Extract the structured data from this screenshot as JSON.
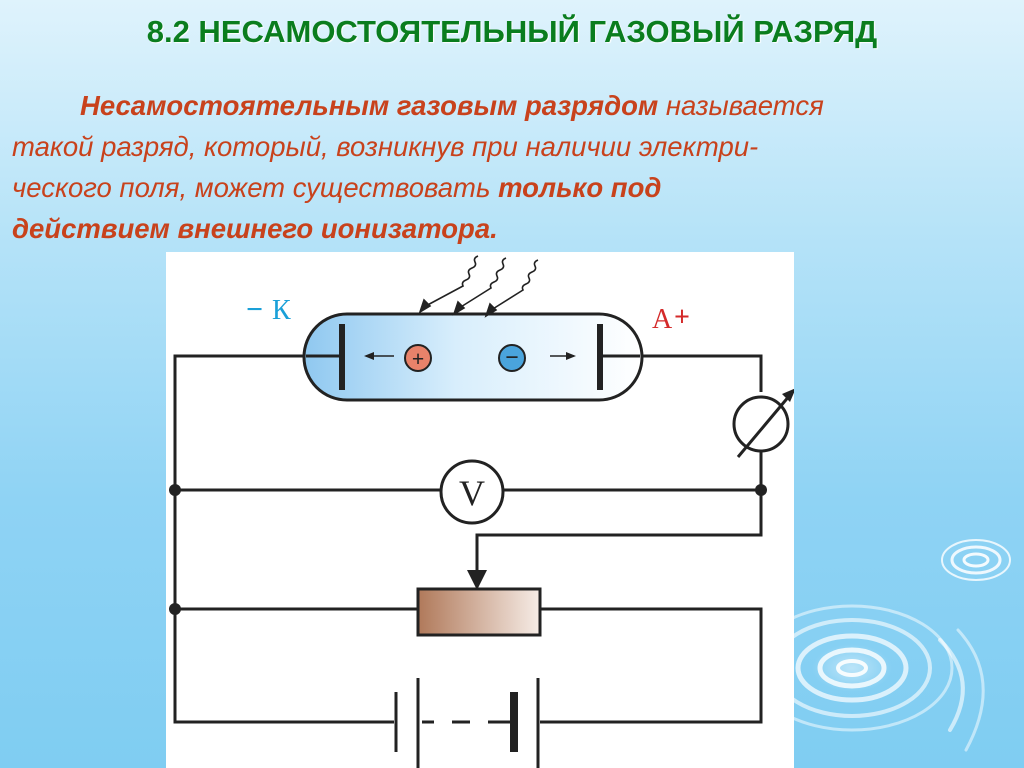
{
  "slide": {
    "title": "8.2  НЕСАМОСТОЯТЕЛЬНЫЙ ГАЗОВЫЙ РАЗРЯД",
    "paragraph": {
      "line1_bold": "Несамостоятельным газовым разрядом",
      "line1_rest": " называется",
      "line2": "такой разряд, который, возникнув при наличии электри-",
      "line3_normal": "ческого поля, может существовать ",
      "line3_bold": "только под",
      "line4_bold": "действием внешнего ионизатора."
    },
    "colors": {
      "title": "#0a7d1e",
      "text": "#c8421c",
      "cathode_label": "#1aa0d8",
      "anode_label": "#d42a2a"
    }
  },
  "diagram": {
    "cathode_sign": "−",
    "cathode_letter": "К",
    "anode_letter": "А",
    "anode_sign": "+",
    "voltmeter_letter": "V",
    "positive_ion_sign": "+",
    "negative_ion_sign": "−",
    "icons": {
      "positive_ion": "positive-ion-icon",
      "negative_ion": "negative-ion-icon",
      "ammeter": "ammeter-icon",
      "voltmeter": "voltmeter-icon",
      "rheostat": "rheostat-icon",
      "battery": "battery-icon",
      "ionizer_rays": "ionizer-rays-icon",
      "discharge_tube": "discharge-tube-icon"
    }
  }
}
